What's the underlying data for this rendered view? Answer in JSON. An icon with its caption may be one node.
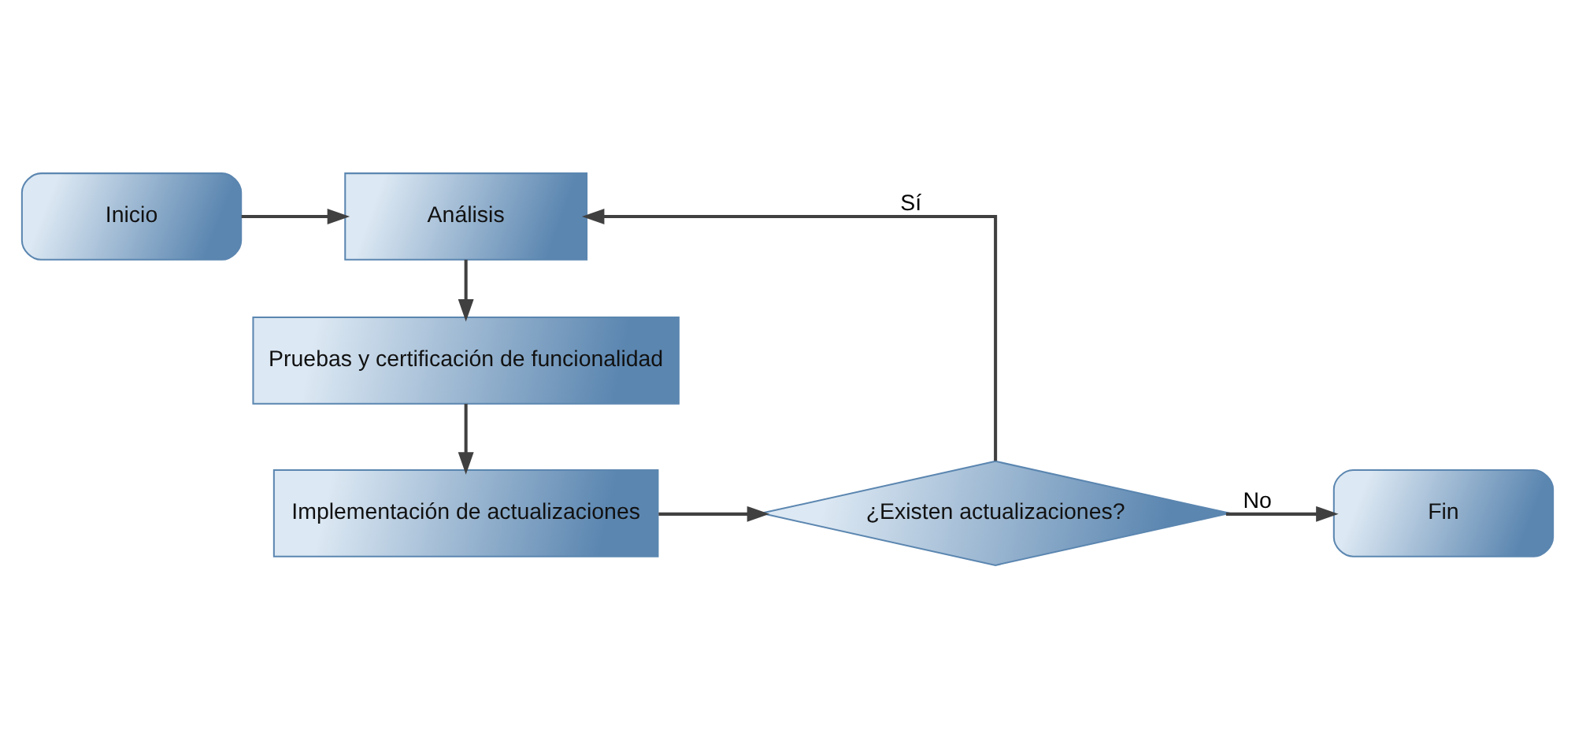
{
  "diagram": {
    "nodes": [
      {
        "text": [
          "Inicio"
        ]
      },
      {
        "text": [
          "Análisis"
        ]
      },
      {
        "text": [
          "Pruebas y certificación de funcionalidad"
        ]
      },
      {
        "text": [
          "Implementación de actualizaciones"
        ]
      },
      {
        "text": [
          "¿Existen actualizaciones?"
        ]
      },
      {
        "text": [
          "Fin"
        ]
      }
    ],
    "edges": [
      {
        "from": 0,
        "to": 1,
        "arrow": "to"
      },
      {
        "from": 1,
        "to": 2,
        "arrow": "to"
      },
      {
        "from": 2,
        "to": 3,
        "arrow": "to"
      },
      {
        "from": 3,
        "to": 4,
        "arrow": "to"
      },
      {
        "from": 4,
        "to": 1,
        "arrow": "to",
        "label": "Sí"
      },
      {
        "from": 4,
        "to": 5,
        "arrow": "to",
        "label": "No"
      }
    ]
  }
}
